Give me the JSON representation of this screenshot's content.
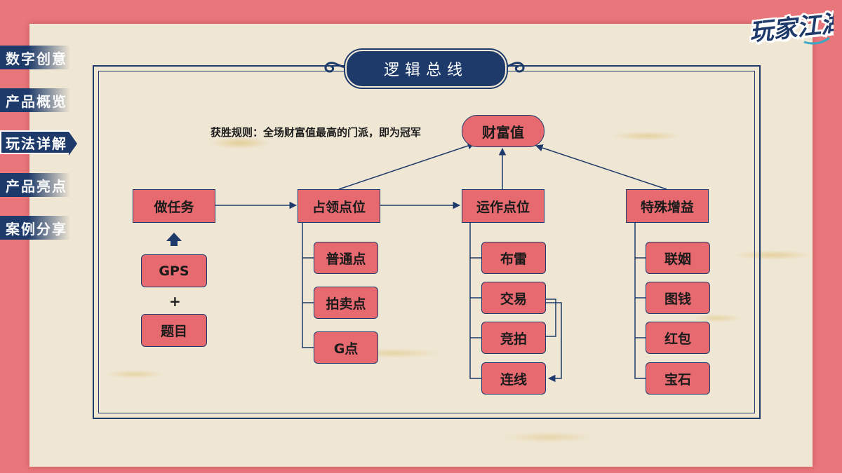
{
  "logo": "玩家江湖",
  "nav": [
    {
      "label": "数字创意",
      "state": "dim"
    },
    {
      "label": "产品概览",
      "state": "dim"
    },
    {
      "label": "玩法详解",
      "state": "active"
    },
    {
      "label": "产品亮点",
      "state": "dim"
    },
    {
      "label": "案例分享",
      "state": "dim"
    }
  ],
  "title": "逻辑总线",
  "rule": "获胜规则：全场财富值最高的门派，即为冠军",
  "wealth": "财富值",
  "columns": {
    "task": {
      "label": "做任务",
      "inputs": [
        "GPS",
        "题目"
      ],
      "plus": "+"
    },
    "occupy": {
      "label": "占领点位",
      "children": [
        "普通点",
        "拍卖点",
        "G点"
      ]
    },
    "operate": {
      "label": "运作点位",
      "children": [
        "布雷",
        "交易",
        "竞拍",
        "连线"
      ]
    },
    "bonus": {
      "label": "特殊增益",
      "children": [
        "联姻",
        "图钱",
        "红包",
        "宝石"
      ]
    }
  },
  "colors": {
    "navy": "#1d3a6a",
    "box": "#e76a70",
    "paper": "#efe6d3",
    "frame_bg": "#e8767a"
  }
}
